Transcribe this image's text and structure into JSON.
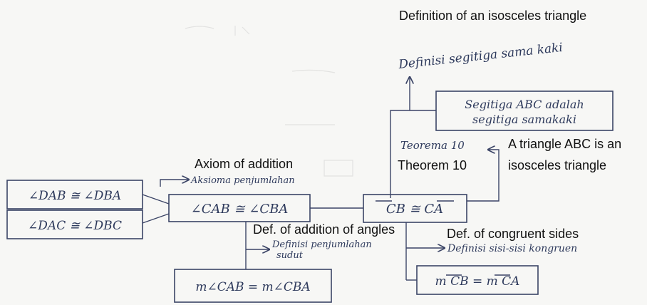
{
  "boxes": {
    "dab_dba": "∠DAB ≅ ∠DBA",
    "dac_dbc": "∠DAC ≅ ∠DBC",
    "cab_cba": "∠CAB ≅ ∠CBA",
    "cb_ca": "CB ≅ CA",
    "m_cab_cba": "m∠CAB = m∠CBA",
    "m_cb_ca": "m CB = m CA",
    "segitiga_line1": "Segitiga ABC adalah",
    "segitiga_line2": "segitiga samakaki"
  },
  "handwritten": {
    "aksioma": "Aksioma penjumlahan",
    "definisi_sudut_line1": "Definisi penjumlahan",
    "definisi_sudut_line2": "sudut",
    "definisi_sisi": "Definisi sisi-sisi kongruen",
    "teorema": "Teorema 10",
    "definisi_segitiga": "Definisi segitiga sama kaki"
  },
  "captions": {
    "isosceles_def": "Definition of an isosceles triangle",
    "axiom": "Axiom of addition",
    "theorem": "Theorem 10",
    "triangle_line1": "A triangle ABC is an",
    "triangle_line2": "isosceles triangle",
    "def_angles": "Def. of addition of angles",
    "def_sides": "Def. of congruent sides"
  }
}
